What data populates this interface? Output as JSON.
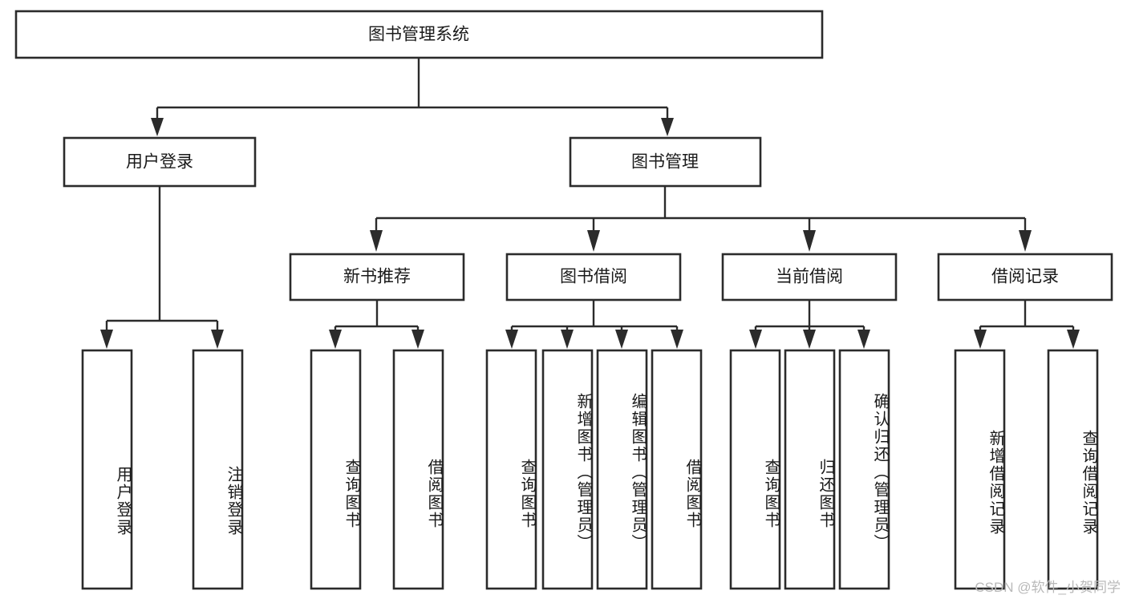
{
  "diagram": {
    "title": "图书管理系统",
    "type": "tree-hierarchy",
    "watermark": "CSDN @软件_小贺同学",
    "colors": {
      "stroke": "#2b2b2b",
      "box_fill": "#ffffff",
      "text": "#1a1a1a",
      "background": "#ffffff",
      "watermark": "#b9b9b9"
    },
    "root": {
      "label": "图书管理系统"
    },
    "level1": [
      {
        "label": "用户登录"
      },
      {
        "label": "图书管理"
      }
    ],
    "level2": [
      {
        "label": "新书推荐"
      },
      {
        "label": "图书借阅"
      },
      {
        "label": "当前借阅"
      },
      {
        "label": "借阅记录"
      }
    ],
    "leaves": {
      "user_login": [
        {
          "label": "用户登录"
        },
        {
          "label": "注销登录"
        }
      ],
      "new_book": [
        {
          "label": "查询图书"
        },
        {
          "label": "借阅图书"
        }
      ],
      "book_borrow": [
        {
          "label": "查询图书"
        },
        {
          "label": "新增图书（管理员）"
        },
        {
          "label": "编辑图书（管理员）"
        },
        {
          "label": "借阅图书"
        }
      ],
      "current_borrow": [
        {
          "label": "查询图书"
        },
        {
          "label": "归还图书"
        },
        {
          "label": "确认归还（管理员）"
        }
      ],
      "borrow_record": [
        {
          "label": "新增借阅记录"
        },
        {
          "label": "查询借阅记录"
        }
      ]
    }
  }
}
